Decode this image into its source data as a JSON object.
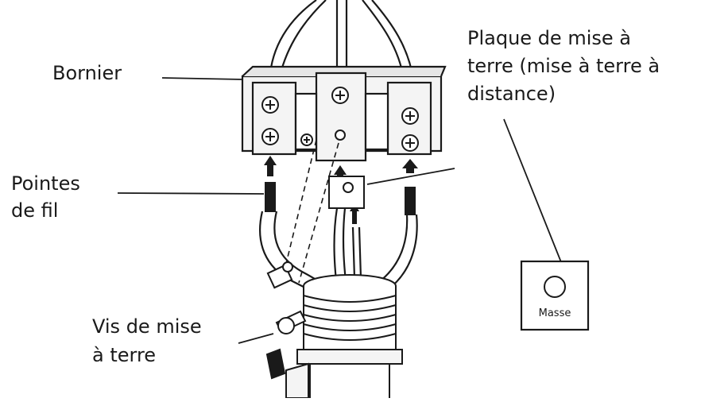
{
  "labels": {
    "terminal_block": "Bornier",
    "wire_tips_line1": "Pointes",
    "wire_tips_line2": "de fil",
    "ground_plate_line1": "Plaque de mise à",
    "ground_plate_line2": "terre (mise à terre à",
    "ground_plate_line3": "distance)",
    "ground_screw_line1": "Vis de mise",
    "ground_screw_line2": "à terre",
    "ground_plate_text": "Masse"
  },
  "colors": {
    "ink": "#1a1a1a",
    "paper": "#ffffff",
    "metal": "#f4f4f4"
  }
}
